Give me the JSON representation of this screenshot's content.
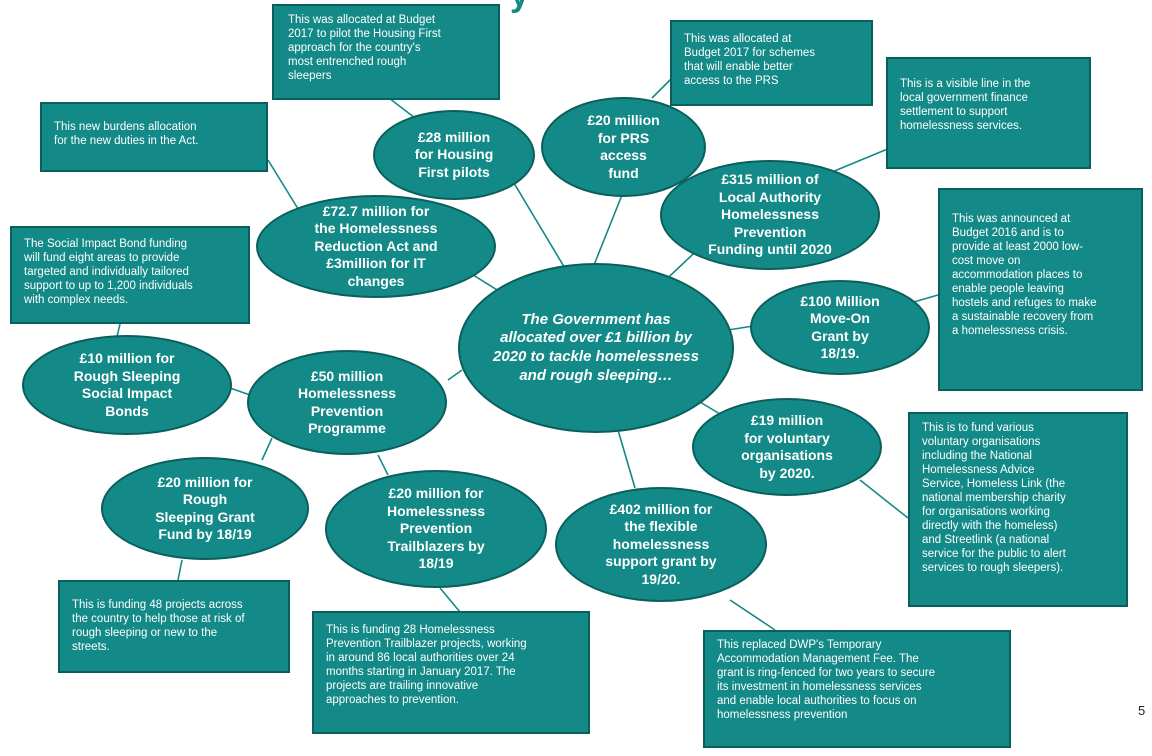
{
  "title_fragment": "y",
  "page_number": "5",
  "center": "The Government has allocated over £1 billion by 2020 to tackle homelessness and rough sleeping…",
  "funds": {
    "housing_first": "£28 million\nfor Housing\nFirst pilots",
    "prs": "£20 million\nfor PRS\naccess\nfund",
    "la_prevention": "£315 million of\nLocal Authority\nHomelessness\nPrevention\nFunding until 2020",
    "move_on": "£100 Million\nMove-On\nGrant by\n18/19.",
    "voluntary": "£19 million\nfor voluntary\norganisations\nby 2020.",
    "flexible": "£402 million for\nthe flexible\nhomelessness\nsupport grant by\n19/20.",
    "trailblazers": "£20 million for\nHomelessness\nPrevention\nTrailblazers by\n18/19",
    "rough_grant": "£20 million for\nRough\nSleeping Grant\nFund by 18/19",
    "prevention_programme": "£50 million\nHomelessness\nPrevention\nProgramme",
    "sib": "£10 million for\nRough Sleeping\nSocial Impact\nBonds",
    "hra": "£72.7 million for\nthe Homelessness\nReduction Act and\n£3million for IT\nchanges"
  },
  "notes": {
    "housing_first": "This was allocated at Budget\n2017 to pilot the Housing First\napproach for the country's\nmost entrenched rough\nsleepers",
    "prs": "This was allocated at\nBudget 2017 for schemes\nthat will enable better\naccess to  the PRS",
    "la_prevention": "This is a visible line in the\nlocal government finance\nsettlement to support\nhomelessness services.",
    "move_on": "This was announced at\nBudget 2016 and is to\nprovide at least  2000 low-\ncost move on\naccommodation places to\nenable people leaving\nhostels and refuges to make\na sustainable recovery from\na homelessness crisis.",
    "voluntary": "This is to fund various\nvoluntary organisations\nincluding the National\nHomelessness Advice\nService, Homeless Link (the\nnational membership charity\nfor organisations working\ndirectly with the homeless)\nand Streetlink (a national\nservice for the public to alert\nservices to rough sleepers).",
    "flexible": "This replaced DWP's Temporary\nAccommodation Management Fee. The\ngrant is ring-fenced for two years to secure\nits investment in homelessness services\nand enable local authorities to focus on\nhomelessness prevention",
    "trailblazers": "This is funding 28 Homelessness\nPrevention Trailblazer projects, working\nin around 86 local authorities over 24\nmonths starting in January 2017. The\nprojects are trailing innovative\napproaches to prevention.",
    "rough_grant": "This is funding 48 projects across\nthe country to help those at risk of\nrough sleeping or new to the\nstreets.",
    "sib": "The Social Impact Bond funding\nwill fund eight areas to provide\ntargeted and individually tailored\nsupport to up to 1,200 individuals\nwith complex needs.",
    "hra": "This new burdens allocation\nfor the new duties in the Act."
  },
  "colors": {
    "fill": "#138a87",
    "border": "#0a5f5c",
    "text": "#ffffff"
  }
}
